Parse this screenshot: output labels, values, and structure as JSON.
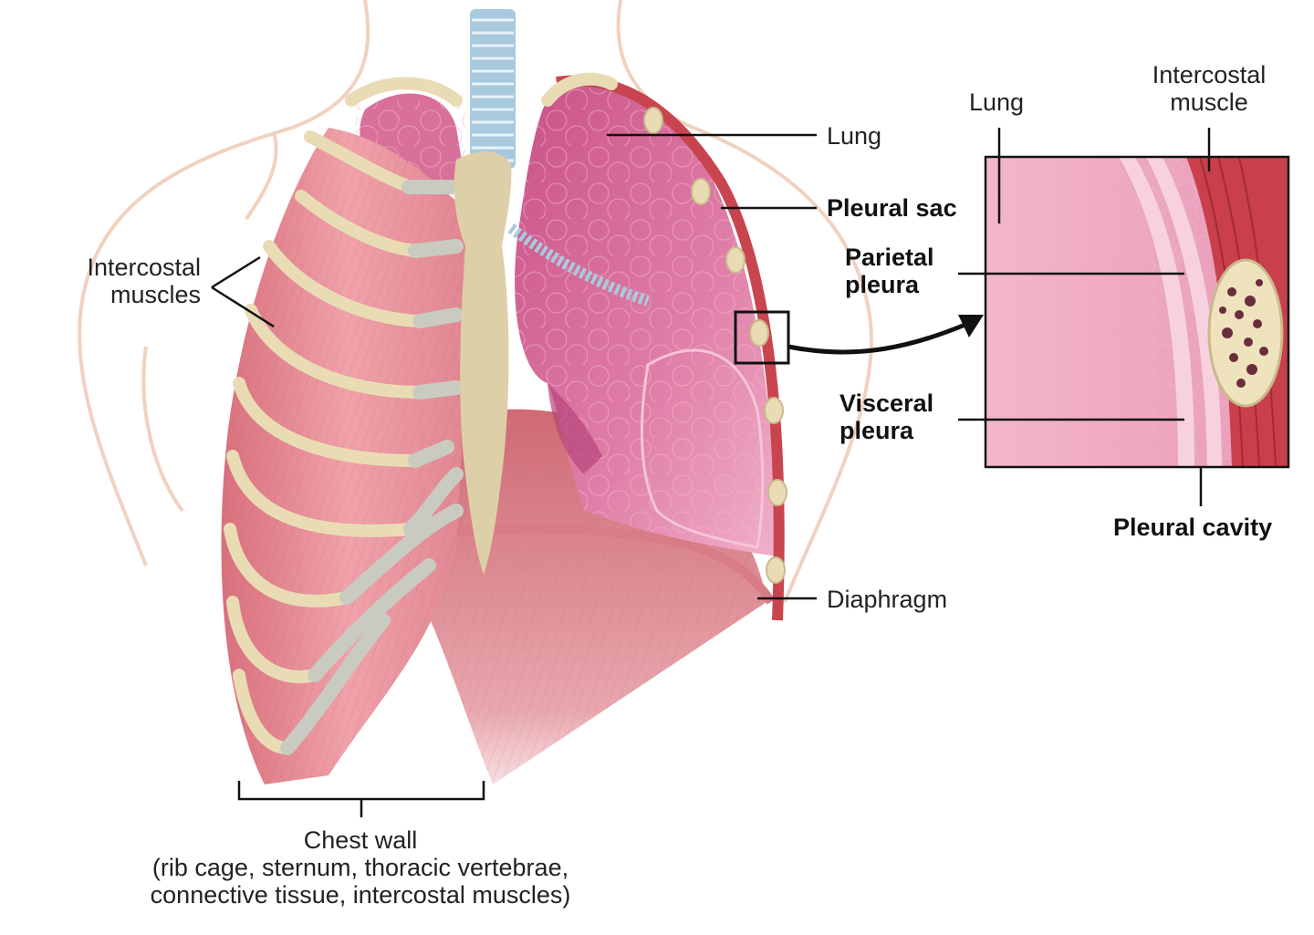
{
  "labels": {
    "lung": "Lung",
    "pleural_sac": "Pleural sac",
    "intercostal_muscles": "Intercostal\nmuscles",
    "diaphragm": "Diaphragm",
    "chest_wall_title": "Chest wall",
    "chest_wall_detail_1": "(rib cage, sternum, thoracic vertebrae,",
    "chest_wall_detail_2": "connective tissue, intercostal muscles)",
    "inset_lung": "Lung",
    "inset_intercostal_muscle": "Intercostal\nmuscle",
    "parietal_pleura": "Parietal\npleura",
    "visceral_pleura": "Visceral\npleura",
    "pleural_cavity": "Pleural cavity"
  },
  "colors": {
    "muscle": "#e8919a",
    "muscle_dark": "#c9616d",
    "rib": "#e9dcb4",
    "cartilage": "#c9cbc0",
    "lung": "#d9709a",
    "lung_light": "#e79bbb",
    "sternum": "#ddd0a8",
    "trachea": "#a9c9de",
    "body_outline": "#f0d2bf",
    "leader": "#111111"
  }
}
